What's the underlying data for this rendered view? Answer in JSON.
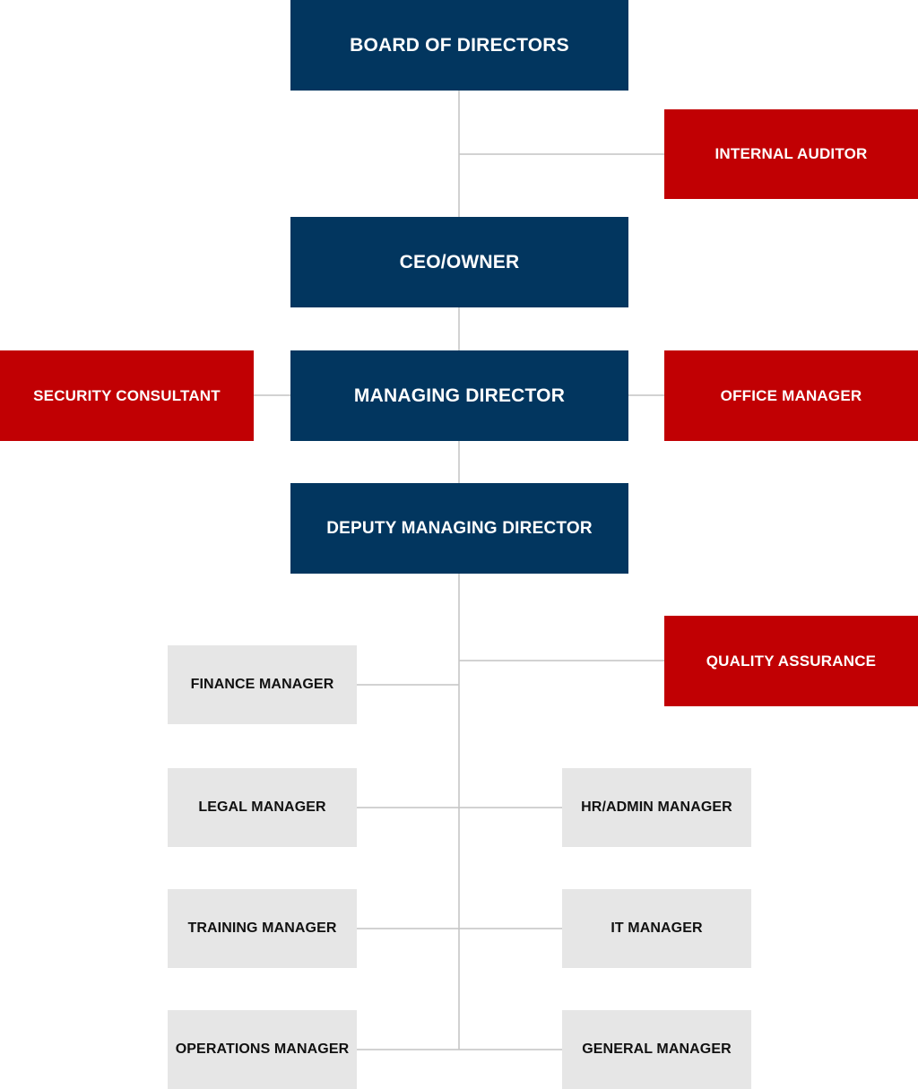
{
  "colors": {
    "primary": "#02365f",
    "accent": "#c10003",
    "department": "#e6e6e6",
    "connector": "#c4c4c4"
  },
  "nodes": {
    "board": "BOARD OF DIRECTORS",
    "internal_auditor": "INTERNAL AUDITOR",
    "ceo": "CEO/OWNER",
    "security_consultant": "SECURITY CONSULTANT",
    "managing_director": "MANAGING DIRECTOR",
    "office_manager": "OFFICE MANAGER",
    "deputy_managing_director": "DEPUTY MANAGING DIRECTOR",
    "quality_assurance": "QUALITY ASSURANCE",
    "finance_manager": "FINANCE MANAGER",
    "legal_manager": "LEGAL MANAGER",
    "hr_admin_manager": "HR/ADMIN MANAGER",
    "training_manager": "TRAINING MANAGER",
    "it_manager": "IT MANAGER",
    "operations_manager": "OPERATIONS MANAGER",
    "general_manager": "GENERAL MANAGER"
  }
}
